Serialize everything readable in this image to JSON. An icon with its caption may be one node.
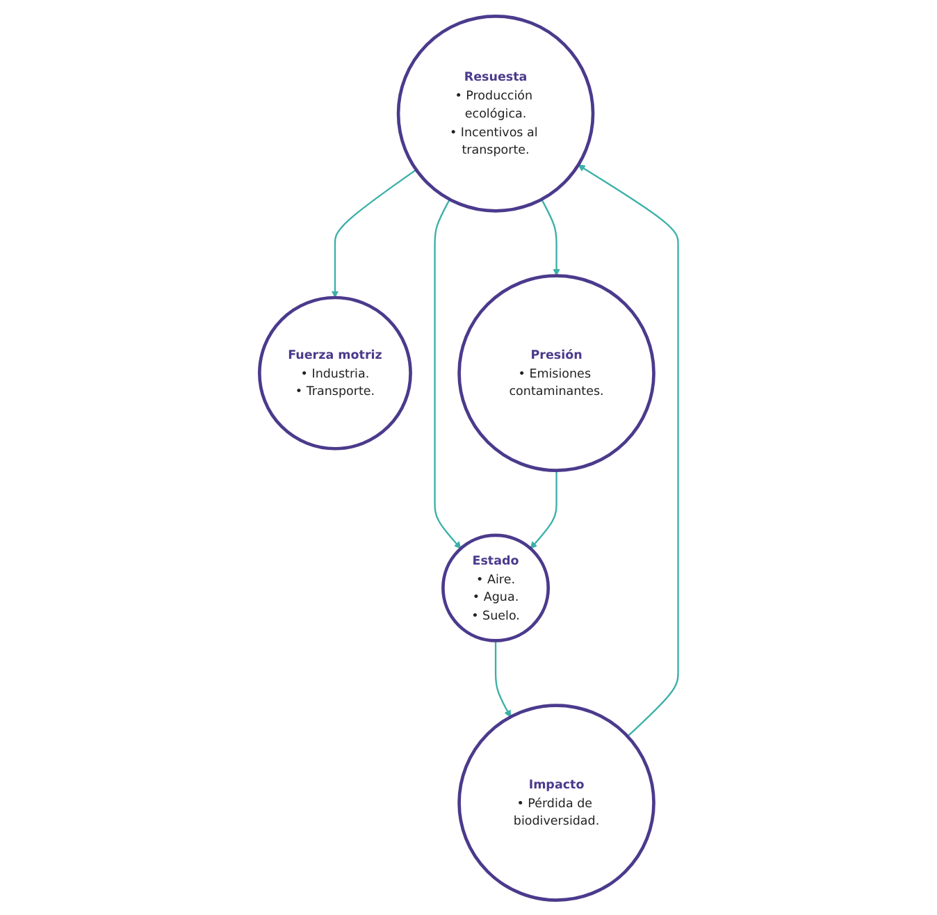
{
  "diagram": {
    "nodes": [
      {
        "text": [
          "Fuerza motriz",
          "• Industria.",
          "• Transporte."
        ]
      },
      {
        "text": [
          "Resuesta",
          "• Producción ecológica.",
          "• Incentivos al transporte."
        ]
      },
      {
        "text": [
          "Presión",
          "• Emisiones contaminantes."
        ]
      },
      {
        "text": [
          "Impacto",
          "• Pérdida de biodiversidad."
        ]
      },
      {
        "text": [
          "Estado",
          "• Aire.",
          "• Agua.",
          "• Suelo."
        ]
      }
    ],
    "edges": [
      {
        "from": 1,
        "to": 0,
        "arrow": "to"
      },
      {
        "from": 1,
        "to": 2,
        "arrow": "to"
      },
      {
        "from": 1,
        "to": 4,
        "arrow": "to"
      },
      {
        "from": 2,
        "to": 4,
        "arrow": "to"
      },
      {
        "from": 4,
        "to": 3,
        "arrow": "to"
      },
      {
        "from": 3,
        "to": 1,
        "arrow": "to"
      }
    ]
  }
}
